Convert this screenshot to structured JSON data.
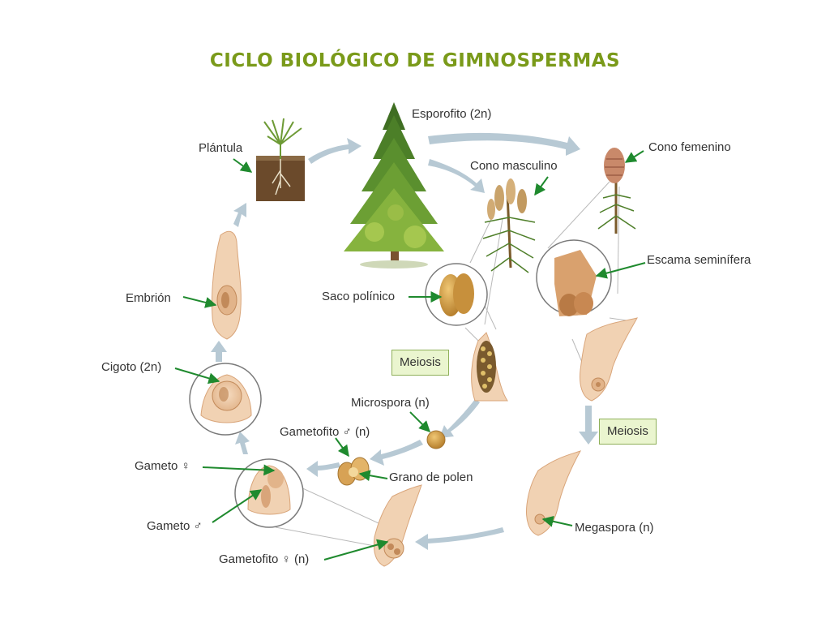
{
  "title": "CICLO BIOLÓGICO DE GIMNOSPERMAS",
  "colors": {
    "title": "#7a9a1a",
    "arrow_cycle": "#b7c9d4",
    "pointer": "#1f8a2e",
    "tissue": "#f1d2b3",
    "tissue_dark": "#d9a57a",
    "soil": "#6b4a2b",
    "tree": "#4f7f2a",
    "box_bg": "#eaf5cf",
    "box_border": "#8fb05a"
  },
  "labels": {
    "esporofito": "Esporofito (2n)",
    "cono_femenino": "Cono femenino",
    "cono_masculino": "Cono masculino",
    "plantula": "Plántula",
    "escama": "Escama seminífera",
    "saco": "Saco polínico",
    "embrion": "Embrión",
    "cigoto": "Cigoto (2n)",
    "microspora": "Microspora (n)",
    "gametofito_m": "Gametofito ♂ (n)",
    "grano": "Grano de polen",
    "gameto_f": "Gameto ♀",
    "gameto_m": "Gameto ♂",
    "megaspora": "Megaspora (n)",
    "gametofito_f": "Gametofito ♀ (n)"
  },
  "boxes": {
    "meiosis_left": "Meiosis",
    "meiosis_right": "Meiosis"
  }
}
